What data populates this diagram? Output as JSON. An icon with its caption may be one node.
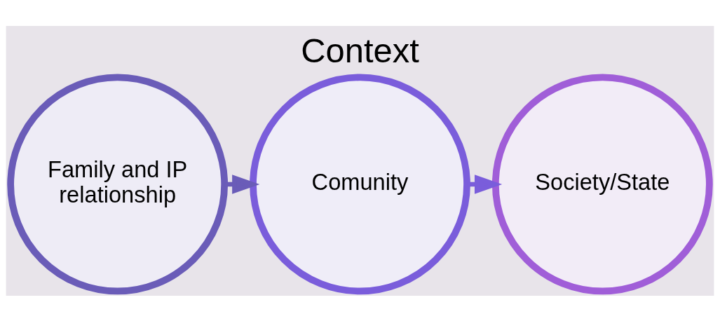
{
  "diagram": {
    "title": "Context",
    "nodes": [
      {
        "text": [
          "Family and IP relationship"
        ]
      },
      {
        "text": [
          "Comunity"
        ]
      },
      {
        "text": [
          "Society/State"
        ]
      }
    ],
    "edges": [
      {
        "from": 0,
        "to": 1,
        "arrow": "to",
        "color": "#6a5cb8"
      },
      {
        "from": 1,
        "to": 2,
        "arrow": "to",
        "color": "#7a5ddb"
      }
    ]
  }
}
